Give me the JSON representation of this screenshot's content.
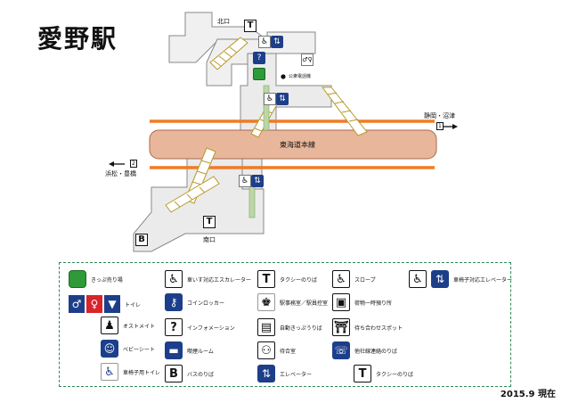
{
  "title": "愛野駅",
  "date_note": "2015.9 現在",
  "map": {
    "north_exit": "北口",
    "south_exit": "南口",
    "pass_office": "公衆電話機",
    "line_name": "東海道本線",
    "dir_east": "静岡・沼津",
    "dir_east_track": "1",
    "dir_west": "浜松・豊橋",
    "dir_west_track": "2",
    "icon_taxi": "T",
    "icon_bus": "B"
  },
  "legend": {
    "items": [
      {
        "icon": "ticket-vending-icon",
        "label": "きっぷ売り場"
      },
      {
        "icon": "escalator-icon",
        "label": "車いす対応エスカレーター"
      },
      {
        "icon": "taxi-icon",
        "glyph": "T",
        "label": "タクシーのりば"
      },
      {
        "icon": "slope-icon",
        "label": "スロープ"
      },
      {
        "icon": "wheelchair-elevator-icon",
        "label": "車椅子対応エレベーター"
      },
      {
        "icon": "restroom-icon",
        "label": "トイレ"
      },
      {
        "icon": "coin-locker-icon",
        "label": "コインロッカー"
      },
      {
        "icon": "station-office-icon",
        "label": "駅事務室／駅員控室"
      },
      {
        "icon": "baggage-icon",
        "label": "荷物一時預り所"
      },
      {
        "icon": "ostomate-icon",
        "label": "オストメイト"
      },
      {
        "icon": "information-icon",
        "label": "インフォメーション"
      },
      {
        "icon": "auto-gate-icon",
        "label": "自動きっぷうりば"
      },
      {
        "icon": "meeting-spot-icon",
        "label": "待ち合わせスポット"
      },
      {
        "icon": "baby-seat-icon",
        "label": "ベビーシート"
      },
      {
        "icon": "smoking-room-icon",
        "label": "喫煙ルーム"
      },
      {
        "icon": "waiting-room-icon",
        "label": "待合室"
      },
      {
        "icon": "transfer-icon",
        "label": "他社線連絡のりば"
      },
      {
        "icon": "accessible-toilet-icon",
        "label": "車椅子用トイレ"
      },
      {
        "icon": "bus-icon",
        "glyph": "B",
        "label": "バスのりば"
      },
      {
        "icon": "elevator-icon",
        "label": "エレベーター"
      },
      {
        "icon": "taxi-icon-2",
        "glyph": "T",
        "label": "タクシーのりば"
      }
    ],
    "restroom_glyphs": {
      "male": "♂",
      "female": "♀",
      "child": "▼"
    }
  }
}
